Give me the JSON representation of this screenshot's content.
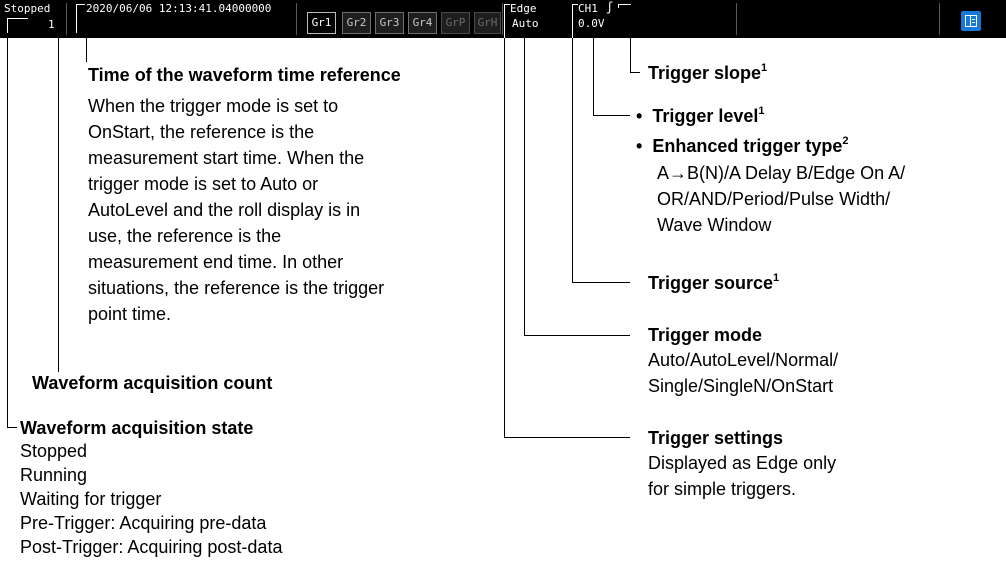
{
  "status_bar": {
    "state": "Stopped",
    "count": "1",
    "timestamp": "2020/06/06 12:13:41.04000000",
    "groups": [
      "Gr1",
      "Gr2",
      "Gr3",
      "Gr4",
      "GrP",
      "GrH"
    ],
    "trigger_type": "Edge",
    "trigger_mode": "Auto",
    "trigger_source": "CH1",
    "slope_symbol": "ʃ",
    "trigger_level": "0.0V",
    "panel_icon": "panel-toggle-icon",
    "accent_color": "#1479d9"
  },
  "callouts": {
    "time_ref": {
      "heading": "Time of the waveform time reference",
      "lines": [
        "When the trigger mode is set to",
        "OnStart, the reference is the",
        "measurement start time. When the",
        "trigger mode is set to Auto or",
        "AutoLevel and the roll display is in",
        "use, the reference is the",
        "measurement end time. In other",
        "situations, the reference is the trigger",
        "point time."
      ]
    },
    "acq_count": {
      "heading": "Waveform acquisition count"
    },
    "acq_state": {
      "heading": "Waveform acquisition state",
      "lines": [
        "Stopped",
        "Running",
        "Waiting for trigger",
        "Pre-Trigger: Acquiring pre-data",
        "Post-Trigger: Acquiring post-data"
      ]
    },
    "trigger_slope": {
      "heading": "Trigger slope",
      "sup": "1"
    },
    "trigger_level": {
      "bullet": "•",
      "heading": "Trigger level",
      "sup": "1"
    },
    "enhanced_type": {
      "bullet": "•",
      "heading": "Enhanced trigger type",
      "sup": "2",
      "lines": [
        "A→B(N)/A Delay B/Edge On A/",
        "OR/AND/Period/Pulse Width/",
        "Wave Window"
      ]
    },
    "trigger_source": {
      "heading": "Trigger source",
      "sup": "1"
    },
    "trigger_mode": {
      "heading": "Trigger mode",
      "lines": [
        "Auto/AutoLevel/Normal/",
        "Single/SingleN/OnStart"
      ]
    },
    "trigger_settings": {
      "heading": "Trigger settings",
      "lines": [
        "Displayed as Edge only",
        "for simple triggers."
      ]
    }
  }
}
